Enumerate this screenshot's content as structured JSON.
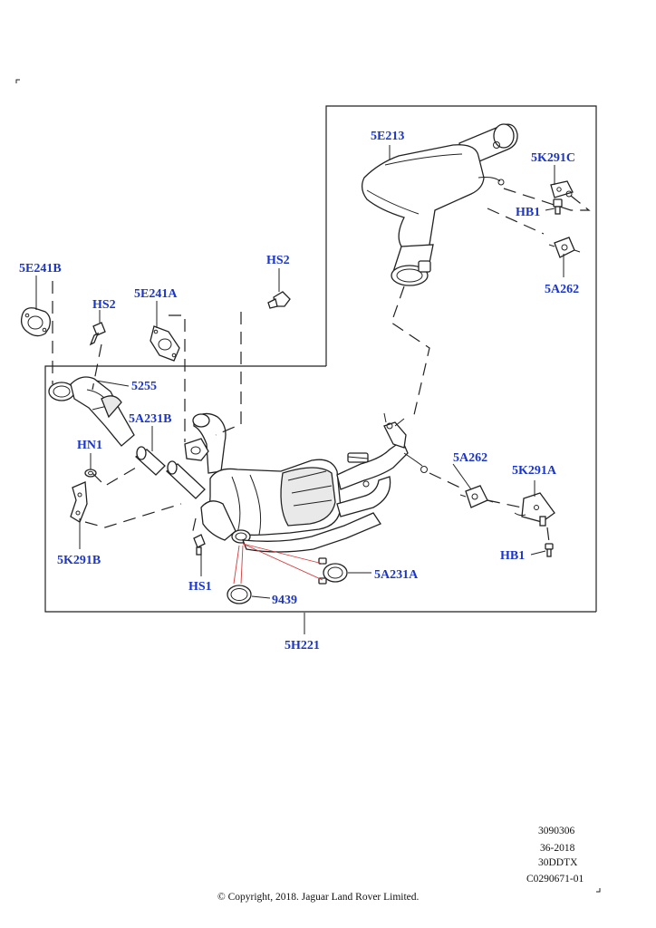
{
  "callouts": {
    "c_5E213": "5E213",
    "c_5K291C": "5K291C",
    "c_HB1_top": "HB1",
    "c_5A262_top": "5A262",
    "c_HS2_top": "HS2",
    "c_5E241B": "5E241B",
    "c_HS2_left": "HS2",
    "c_5E241A": "5E241A",
    "c_5255": "5255",
    "c_5A231B": "5A231B",
    "c_HN1": "HN1",
    "c_5K291B": "5K291B",
    "c_HS1": "HS1",
    "c_9439": "9439",
    "c_5A231A": "5A231A",
    "c_5A262_mid": "5A262",
    "c_5K291A": "5K291A",
    "c_HB1_bot": "HB1",
    "c_5H221": "5H221"
  },
  "footer": {
    "ref1": "3090306",
    "ref2": "36-2018",
    "ref3": "30DDTX",
    "ref4": "C0290671-01",
    "copyright": "© Copyright, 2018. Jaguar Land Rover Limited."
  }
}
